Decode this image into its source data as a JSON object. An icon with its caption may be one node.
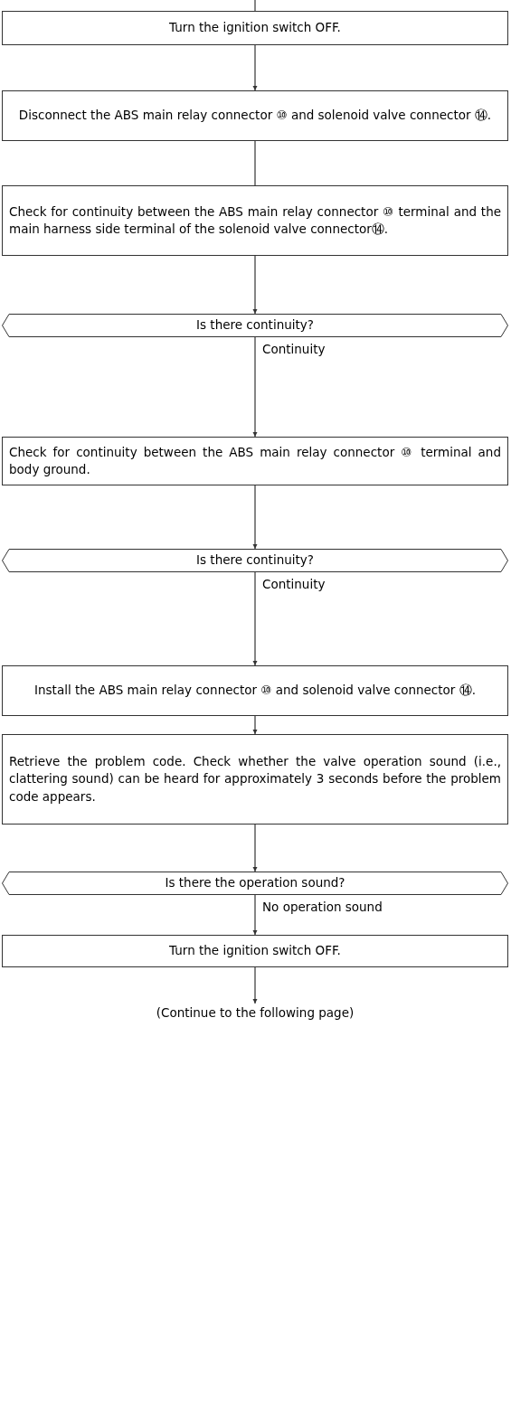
{
  "diagram": {
    "nodes": [
      {
        "text": [
          "Turn the ignition switch OFF."
        ]
      },
      {
        "text": [
          "Disconnect the ABS main relay connector ⑩ and solenoid valve connector ⑭."
        ]
      },
      {
        "text": [
          "Check for continuity between the ABS main relay connector ⑩ terminal and the main harness side terminal of the solenoid valve connector⑭."
        ]
      },
      {
        "text": [
          "Is there continuity?"
        ]
      },
      {
        "text": [
          "Check for continuity between the ABS main relay connector ⑩ terminal and body ground."
        ]
      },
      {
        "text": [
          "Is there continuity?"
        ]
      },
      {
        "text": [
          "Install the ABS main relay connector ⑩ and solenoid valve connector ⑭."
        ]
      },
      {
        "text": [
          "Retrieve the problem code. Check whether the valve operation sound (i.e., clattering sound) can be heard for approximately 3 seconds before the problem code appears."
        ]
      },
      {
        "text": [
          "Is there the operation sound?"
        ]
      },
      {
        "text": [
          "Turn the ignition switch OFF."
        ]
      },
      {
        "text": [
          "(Continue to the following page)"
        ]
      }
    ],
    "edges": [
      {
        "from": null,
        "to": 0,
        "arrow": "none"
      },
      {
        "from": 0,
        "to": 1,
        "arrow": "to"
      },
      {
        "from": 1,
        "to": 2,
        "arrow": "none"
      },
      {
        "from": 2,
        "to": 3,
        "arrow": "to"
      },
      {
        "from": 3,
        "to": 4,
        "arrow": "to",
        "label": "Continuity"
      },
      {
        "from": 4,
        "to": 5,
        "arrow": "to"
      },
      {
        "from": 5,
        "to": 6,
        "arrow": "to",
        "label": "Continuity"
      },
      {
        "from": 6,
        "to": 7,
        "arrow": "to"
      },
      {
        "from": 7,
        "to": 8,
        "arrow": "to"
      },
      {
        "from": 8,
        "to": 9,
        "arrow": "to",
        "label": "No operation sound"
      },
      {
        "from": 9,
        "to": 10,
        "arrow": "to"
      }
    ]
  }
}
